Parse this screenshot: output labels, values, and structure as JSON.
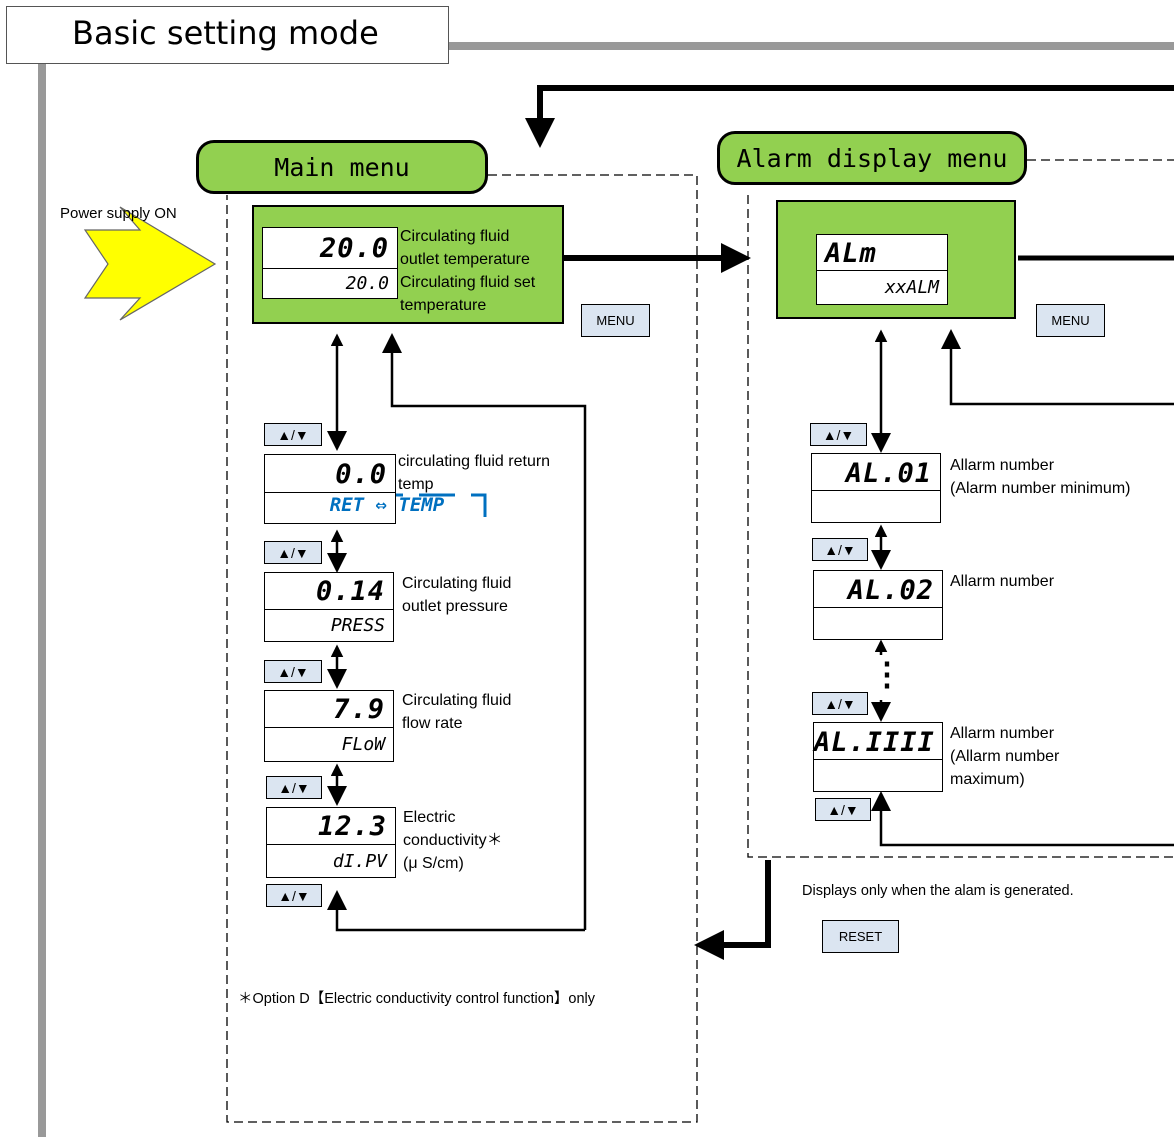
{
  "title": "Basic setting mode",
  "power_label": "Power supply ON",
  "main_menu": {
    "title": "Main menu",
    "top_display": {
      "value": "20.0",
      "sub": "20.0",
      "label_lines": [
        "Circulating fluid",
        "outlet temperature",
        "Circulating fluid set",
        "temperature"
      ]
    },
    "menu_button": "MENU",
    "items": [
      {
        "value": "0.0",
        "sub": "RET ⇔ TEMP",
        "label_lines": [
          "circulating fluid return",
          "temp"
        ]
      },
      {
        "value": "0.14",
        "sub": "PRESS",
        "label_lines": [
          "Circulating fluid",
          "outlet pressure"
        ]
      },
      {
        "value": "7.9",
        "sub": "FLoW",
        "label_lines": [
          "Circulating fluid",
          "flow rate"
        ]
      },
      {
        "value": "12.3",
        "sub": "dI.PV",
        "label_lines": [
          "Electric",
          "conductivity＊",
          "(μ S/cm)"
        ]
      }
    ],
    "updown_label": "▲/▼",
    "footnote": "＊Option D【Electric conductivity control function】only"
  },
  "alarm_menu": {
    "title": "Alarm display menu",
    "top_display": {
      "value": "ALm",
      "sub": "xxALM"
    },
    "menu_button": "MENU",
    "items": [
      {
        "value": "AL.01",
        "label_lines": [
          "Allarm number",
          "(Alarm number minimum)"
        ]
      },
      {
        "value": "AL.02",
        "label_lines": [
          "Allarm number"
        ]
      },
      {
        "value": "AL.IIII",
        "label_lines": [
          "Allarm number",
          "(Allarm number",
          "maximum)"
        ]
      }
    ],
    "updown_label": "▲/▼",
    "dots": "⋮",
    "note": "Displays only when the alam is generated.",
    "reset_button": "RESET"
  },
  "colors": {
    "green": "#92d050",
    "button_bg": "#dbe5f1",
    "blue_highlight": "#0070c0",
    "power_arrow": "#ffff00",
    "gray_line": "#999999"
  }
}
